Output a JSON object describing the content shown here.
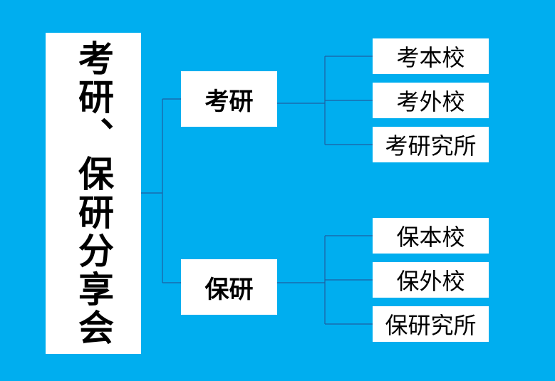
{
  "colors": {
    "background": "#00AEEF",
    "box": "#FFFFFF",
    "text": "#000000",
    "line": "#1F5FA0"
  },
  "root": {
    "label": "考研、保研分享会"
  },
  "branches": [
    {
      "label": "考研",
      "children": [
        "考本校",
        "考外校",
        "考研究所"
      ]
    },
    {
      "label": "保研",
      "children": [
        "保本校",
        "保外校",
        "保研究所"
      ]
    }
  ]
}
